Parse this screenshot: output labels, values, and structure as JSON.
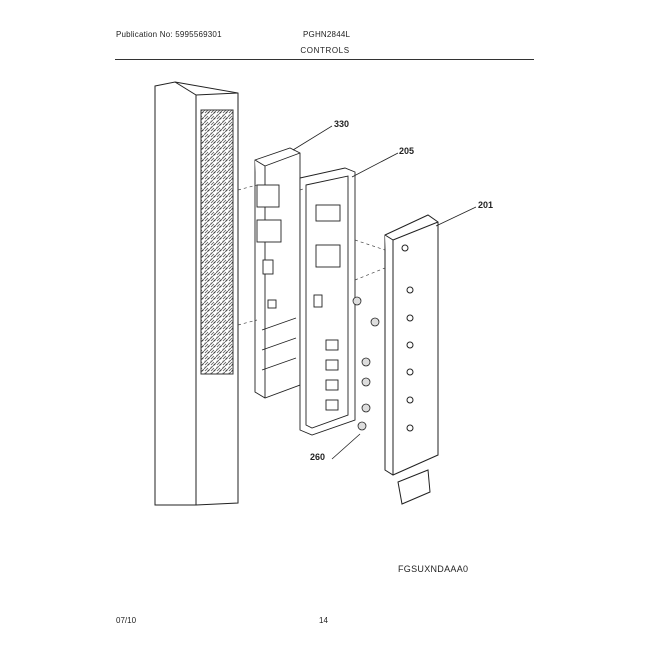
{
  "header": {
    "publication": "Publication No: 5995569301",
    "model": "PGHN2844L",
    "section_title": "CONTROLS"
  },
  "callouts": {
    "c330": "330",
    "c205": "205",
    "c201": "201",
    "c260": "260"
  },
  "figure_code": "FGSUXNDAAA0",
  "footer": {
    "date": "07/10",
    "page": "14"
  }
}
